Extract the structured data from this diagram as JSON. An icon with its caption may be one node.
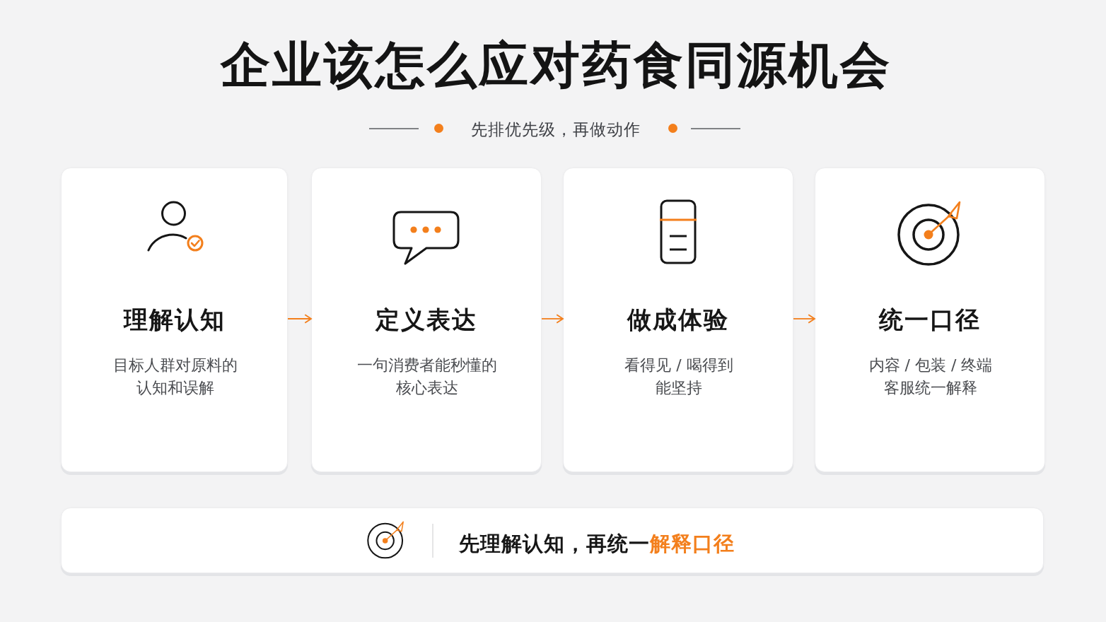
{
  "diagram": {
    "title": "企业该怎么应对药食同源机会",
    "nodes": [
      {
        "text": [
          "理解认知",
          "目标人群对原料的认知和误解"
        ]
      },
      {
        "text": [
          "定义表达",
          "一句消费者能秒懂的核心表达"
        ]
      },
      {
        "text": [
          "做成体验",
          "看得见 / 喝得到能坚持"
        ]
      },
      {
        "text": [
          "统一口径",
          "内容 / 包装 / 终端客服统一解释"
        ]
      },
      {
        "text": [
          "先理解认知，再统一**解释口径**"
        ]
      }
    ],
    "edges": [
      {
        "from": 0,
        "to": 1,
        "arrow": "to"
      },
      {
        "from": 1,
        "to": 2,
        "arrow": "to"
      },
      {
        "from": 2,
        "to": 3,
        "arrow": "to"
      }
    ],
    "labels": [
      "先排优先级，再做动作"
    ]
  }
}
